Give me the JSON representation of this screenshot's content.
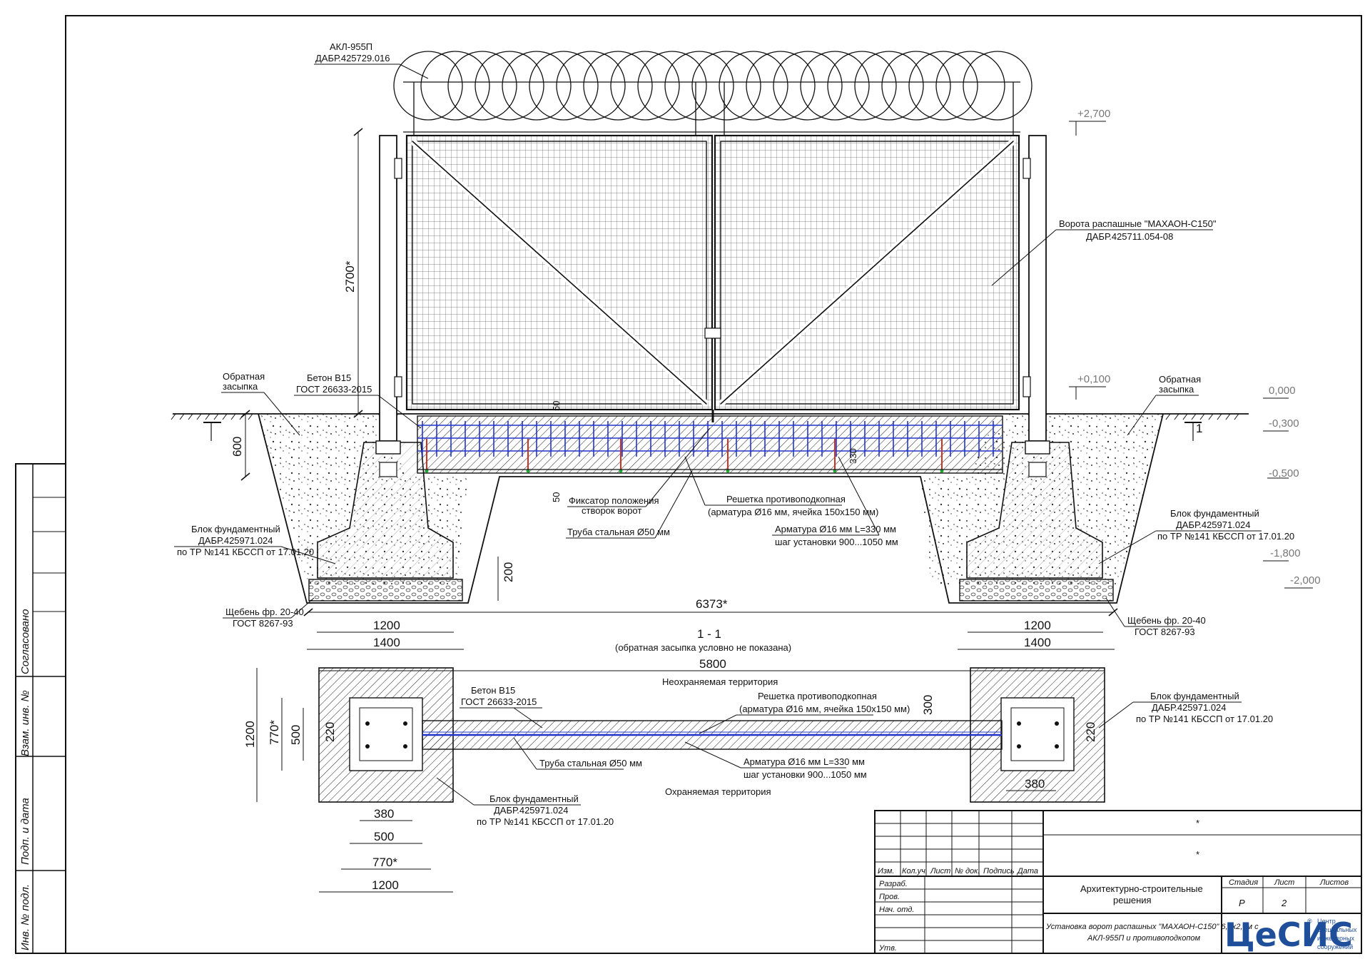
{
  "labels": {
    "akl_title": "АКЛ-955П",
    "akl_code": "ДАБР.425729.016",
    "gate_title": "Ворота распашные \"МАХАОН-С150\"",
    "gate_code": "ДАБР.425711.054-08",
    "height_2700": "2700*",
    "backfill_l1": "Обратная",
    "backfill_l2": "засыпка",
    "concrete_l1": "Бетон В15",
    "concrete_l2": "ГОСТ 26633-2015",
    "dim_50a": "50",
    "dim_50b": "50",
    "dim_600": "600",
    "dim_330": "330",
    "dim_200": "200",
    "fixator_l1": "Фиксатор положения",
    "fixator_l2": "створок ворот",
    "grid_l1": "Решетка противоподкопная",
    "grid_l2": "(арматура Ø16 мм, ячейка 150х150 мм)",
    "pipe": "Труба стальная Ø50 мм",
    "rebar_l1": "Арматура Ø16 мм L=330 мм",
    "rebar_l2": "шаг установки 900...1050 мм",
    "block_l1": "Блок фундаментный",
    "block_l2": "ДАБР.425971.024",
    "block_l3": "по ТР №141 КБССП от 17.01.20",
    "gravel_l1": "Щебень фр. 20-40",
    "gravel_l2": "ГОСТ 8267-93",
    "dim_6373": "6373*",
    "dim_1200": "1200",
    "dim_1400": "1400",
    "section_title": "1 - 1",
    "section_note": "(обратная засыпка условно не показана)",
    "section_mark": "1",
    "lvl_2700": "+2,700",
    "lvl_0100": "+0,100",
    "lvl_0000": "0,000",
    "lvl_m0300": "-0,300",
    "lvl_m0500": "-0,500",
    "lvl_m1800": "-1,800",
    "lvl_m2000": "-2,000",
    "dim_5800": "5800",
    "unprotected": "Неохраняемая территория",
    "protected": "Охраняемая территория",
    "dim_300": "300",
    "dim_220": "220",
    "dim_380": "380",
    "dim_500": "500",
    "dim_770": "770*"
  },
  "stamp": {
    "cols": [
      "Изм.",
      "Кол.уч.",
      "Лист",
      "№ док.",
      "Подпись",
      "Дата"
    ],
    "rows": [
      "Разраб.",
      "Пров.",
      "Нач. отд."
    ],
    "utv": "Утв.",
    "star1": "*",
    "star2": "*",
    "section_l1": "Архитектурно-строительные",
    "section_l2": "решения",
    "title_l1": "Установка ворот распашных \"МАХАОН-С150\" 6,0х2,7м с",
    "title_l2": "АКЛ-955П и противоподкопом",
    "h_stage": "Стадия",
    "h_sheet": "Лист",
    "h_sheets": "Листов",
    "v_stage": "Р",
    "v_sheet": "2",
    "logo": "ЦеСИС",
    "logo_reg": "®",
    "logo_l1": "Центр",
    "logo_l2": "специальных",
    "logo_l3": "инженерных",
    "logo_l4": "сооружений"
  },
  "side": {
    "agreed": "Согласовано",
    "vzam": "Взам. инв. №",
    "podp": "Подп. и дата",
    "inv": "Инв. № подл."
  }
}
